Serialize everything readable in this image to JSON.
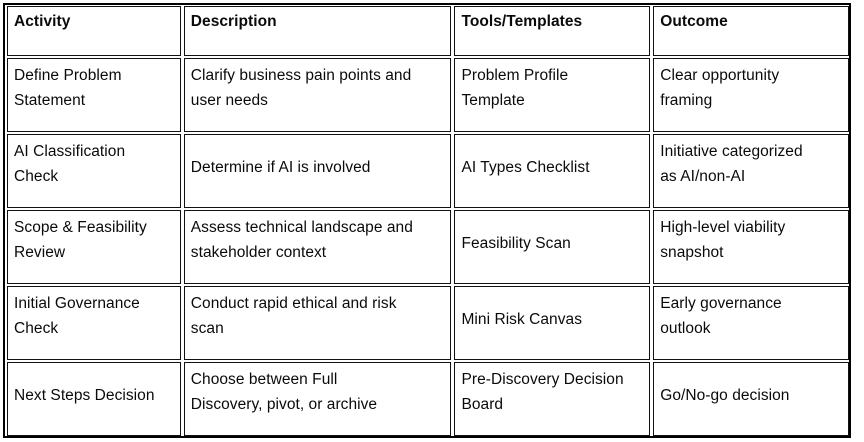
{
  "table": {
    "columns": [
      {
        "key": "activity",
        "header": "Activity"
      },
      {
        "key": "description",
        "header": "Description"
      },
      {
        "key": "tools",
        "header": "Tools/Templates"
      },
      {
        "key": "outcome",
        "header": "Outcome"
      }
    ],
    "rows": [
      {
        "activity": "Define Problem\nStatement",
        "description": "Clarify business pain points and\nuser needs",
        "tools": "Problem Profile\nTemplate",
        "outcome": "Clear opportunity\nframing"
      },
      {
        "activity": "AI Classification\nCheck",
        "description": "Determine if AI is involved",
        "tools": "AI Types Checklist",
        "outcome": "Initiative categorized\nas AI/non-AI"
      },
      {
        "activity": "Scope & Feasibility\nReview",
        "description": "Assess technical landscape and\nstakeholder context",
        "tools": "Feasibility Scan",
        "outcome": "High-level viability\nsnapshot"
      },
      {
        "activity": "Initial Governance\nCheck",
        "description": "Conduct rapid ethical and risk\nscan",
        "tools": "Mini Risk Canvas",
        "outcome": "Early governance\noutlook"
      },
      {
        "activity": "Next Steps Decision",
        "description": "Choose between Full\nDiscovery, pivot, or archive",
        "tools": "Pre-Discovery Decision\nBoard",
        "outcome": "Go/No-go decision"
      }
    ]
  },
  "style": {
    "border_color": "#111111",
    "text_color": "#0a0a0a",
    "background": "#ffffff"
  }
}
